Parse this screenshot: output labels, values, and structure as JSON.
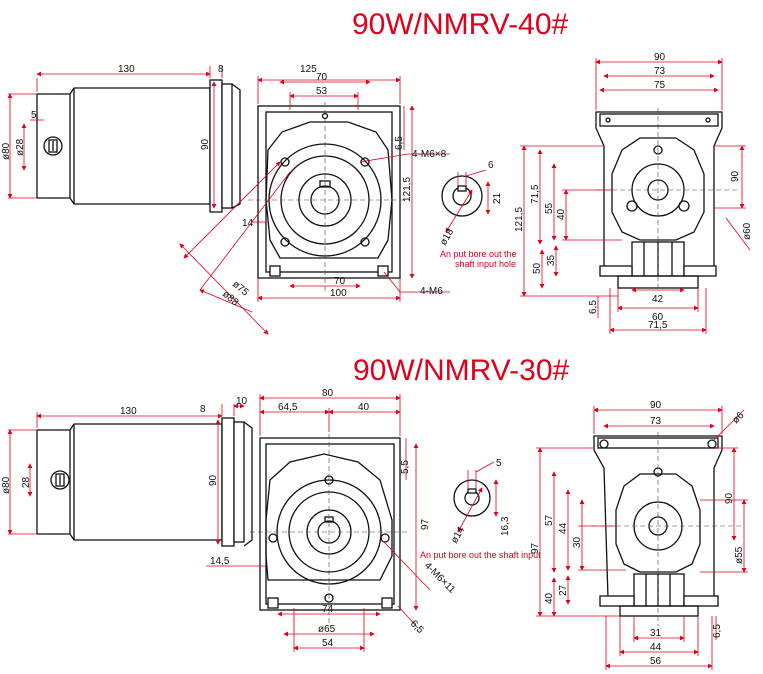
{
  "titles": {
    "top": "90W/NMRV-40#",
    "bottom": "90W/NMRV-30#"
  },
  "notes": {
    "top": [
      "An put bore out the",
      "shaft input hole"
    ],
    "bottom": "An put bore out the shaft input"
  },
  "top": {
    "motor": {
      "len": "130",
      "gap": "8",
      "dia": "ø80",
      "shaft": "ø28",
      "key": "5",
      "flange": "90"
    },
    "front": {
      "w125": "125",
      "w70": "70",
      "w53": "53",
      "h65": "6,5",
      "h1215": "121,5",
      "bolt_top": "4-M6×8",
      "h14": "14",
      "w70b": "70",
      "w100": "100",
      "bolt_bot": "4-M6",
      "dia75": "ø75",
      "dia88": "ø88"
    },
    "bore": {
      "d18": "ø18",
      "k6": "6",
      "h21": "21"
    },
    "side": {
      "w90": "90",
      "w73": "73",
      "w75": "75",
      "h90": "90",
      "d60": "ø60",
      "h1215": "121,5",
      "h715": "71,5",
      "h55": "55",
      "h40": "40",
      "h35": "35",
      "h50": "50",
      "h65": "6,5",
      "w42": "42",
      "w60": "60",
      "w715": "71,5"
    }
  },
  "bottom": {
    "motor": {
      "len": "130",
      "gap": "8",
      "dia": "ø80",
      "shaft": "28",
      "flange": "90"
    },
    "front": {
      "w10": "10",
      "w80": "80",
      "w645": "64,5",
      "w40": "40",
      "h55": "5,5",
      "h97": "97",
      "h145": "14,5",
      "bolt": "4-M6×11",
      "w74": "74",
      "dia65": "ø65",
      "w54": "54",
      "h65": "6,5"
    },
    "bore": {
      "d14": "ø14",
      "k5": "5",
      "h163": "16,3"
    },
    "side": {
      "w90": "90",
      "w73": "73",
      "d6": "ø6",
      "h90": "90",
      "h97": "97",
      "h57": "57",
      "h44": "44",
      "h30": "30",
      "d55": "ø55",
      "h27": "27",
      "h40": "40",
      "h65": "6,5",
      "w31": "31",
      "w44": "44",
      "w56": "56"
    }
  }
}
